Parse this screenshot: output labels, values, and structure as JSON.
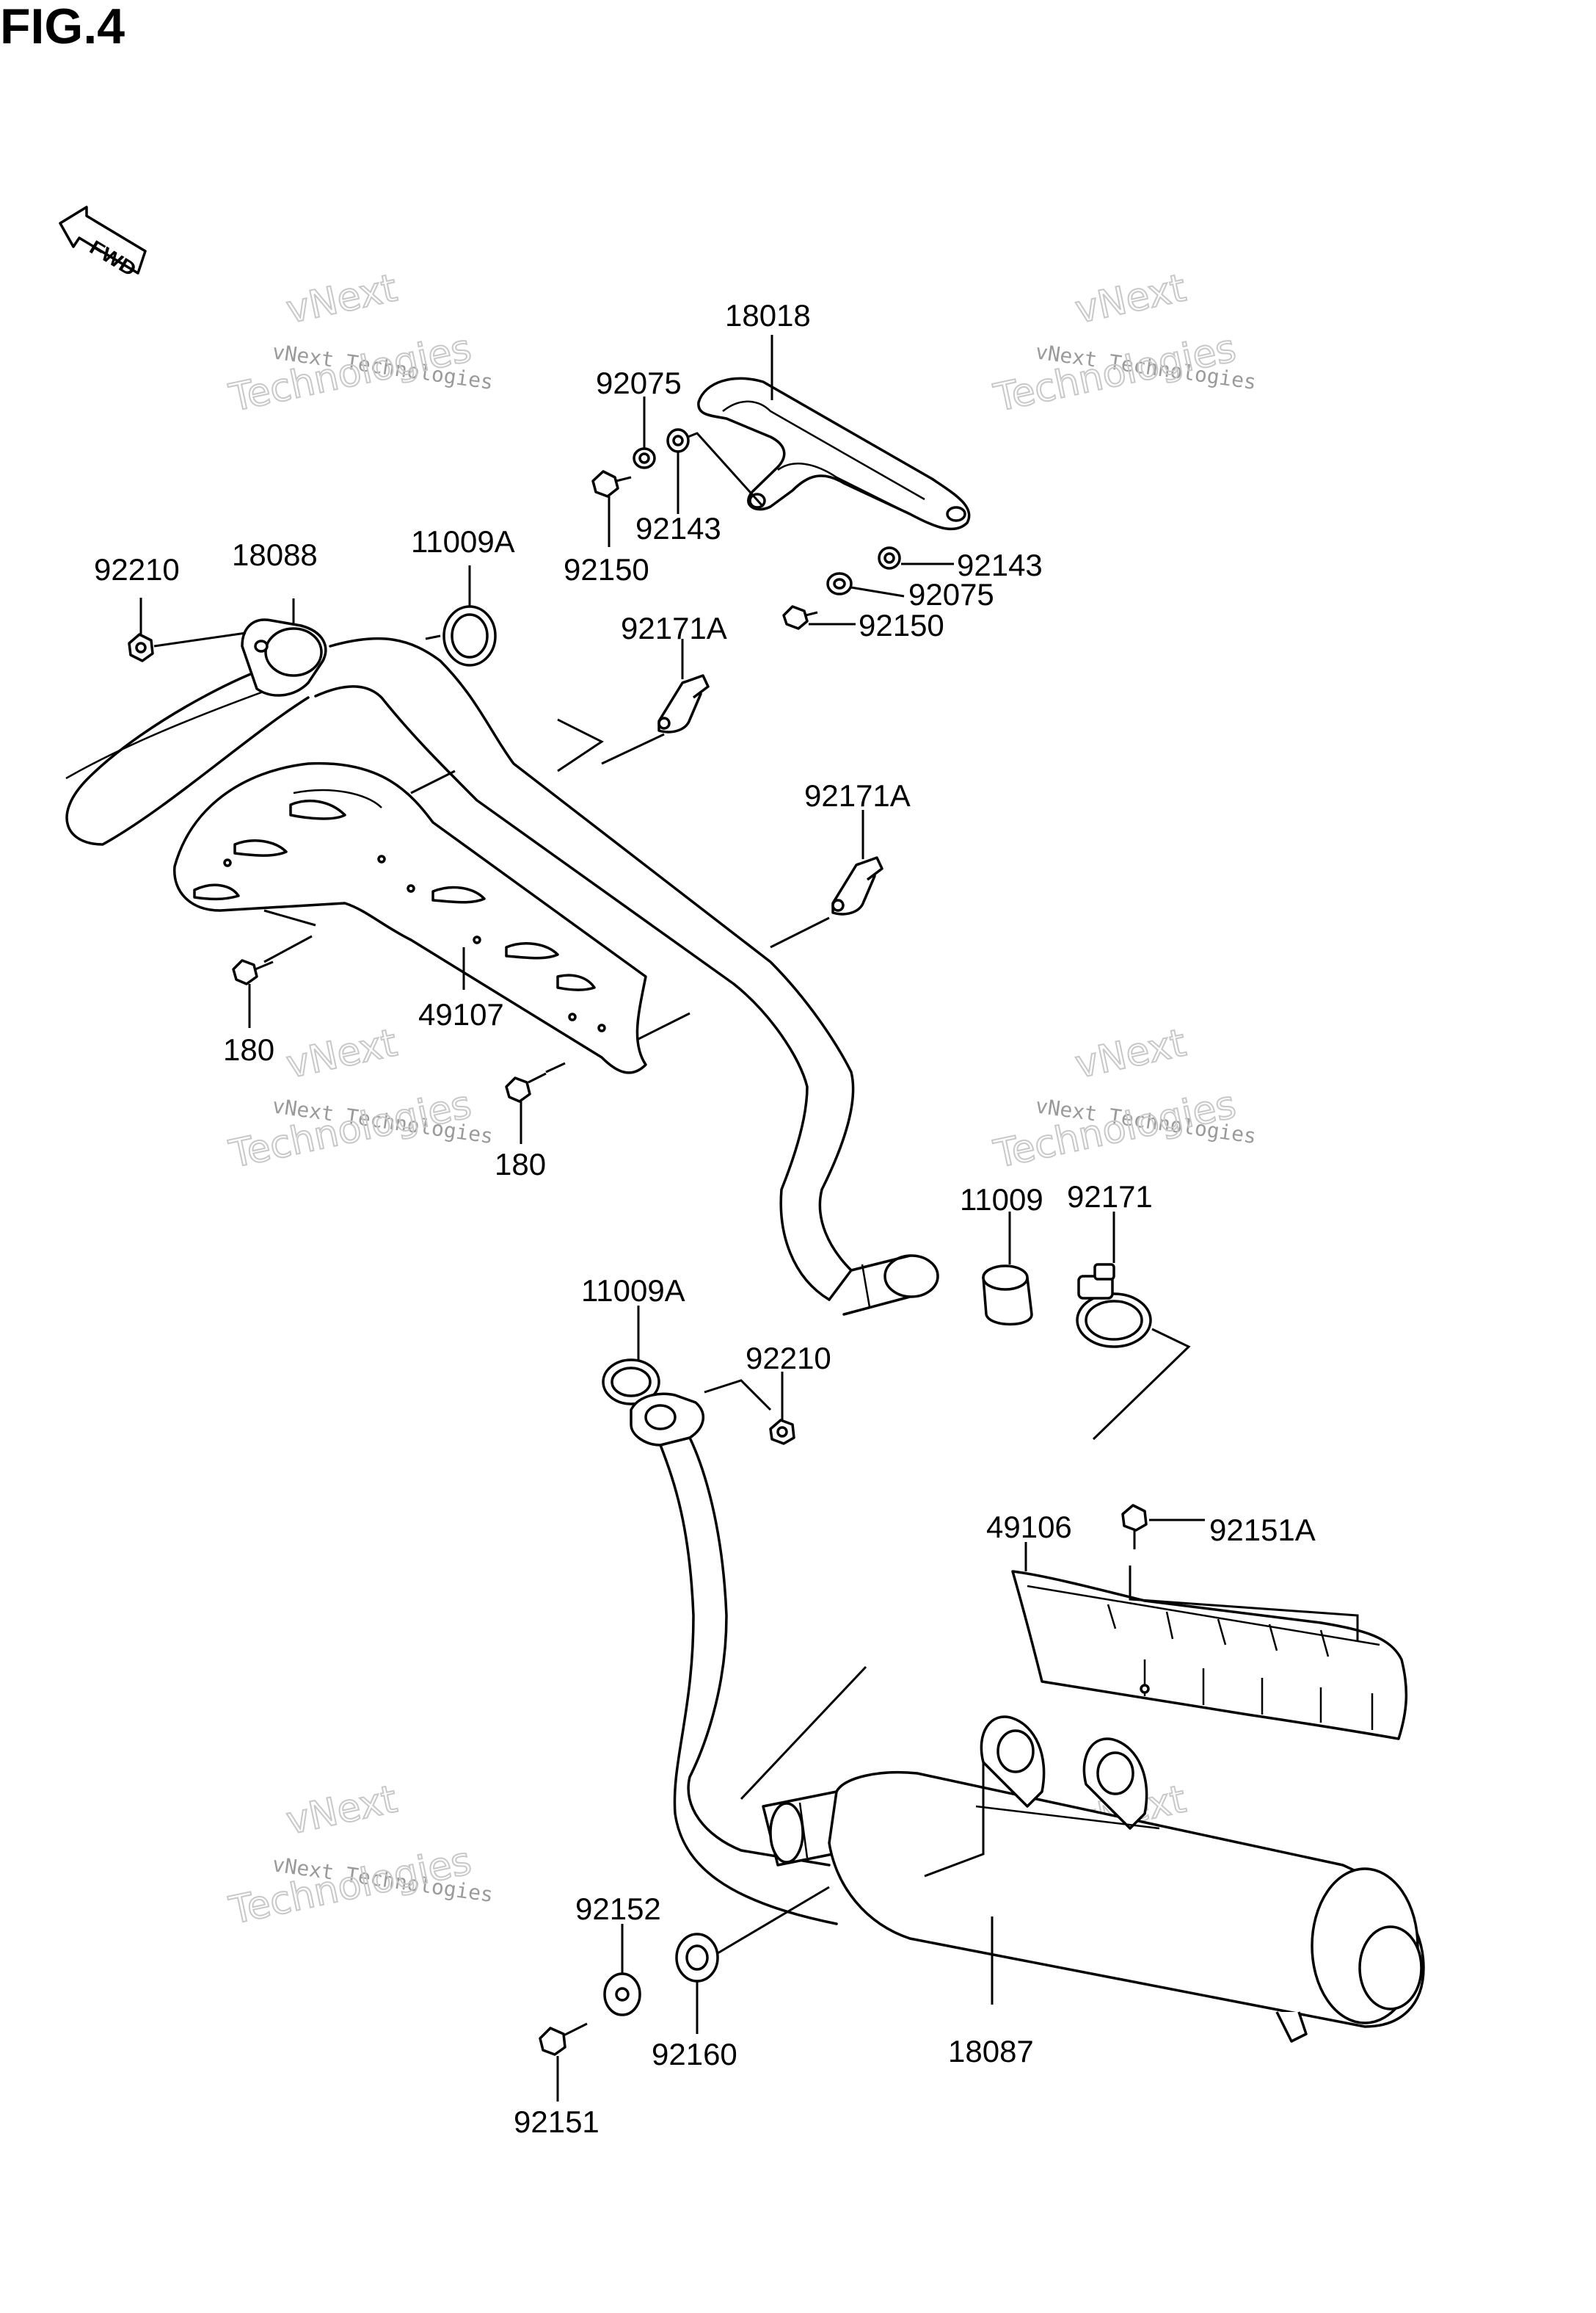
{
  "figure": {
    "title": "FIG.4",
    "direction": "FWD"
  },
  "watermark": {
    "line1": "vNext",
    "line2": "vNext Technologies",
    "line3": "Technologies"
  },
  "callouts": {
    "p18018": "18018",
    "p92075_top": "92075",
    "p92143_top": "92143",
    "p92150_top": "92150",
    "p92143_right": "92143",
    "p92075_right": "92075",
    "p92150_right": "92150",
    "p92210_top": "92210",
    "p18088": "18088",
    "p11009A_top": "11009A",
    "p92171A_top": "92171A",
    "p92171A_mid": "92171A",
    "p180_a": "180",
    "p49107": "49107",
    "p180_b": "180",
    "p11009": "11009",
    "p92171": "92171",
    "p11009A_mid": "11009A",
    "p92210_mid": "92210",
    "p49106": "49106",
    "p92151A": "92151A",
    "p92152": "92152",
    "p92160": "92160",
    "p18087": "18087",
    "p92151": "92151"
  }
}
